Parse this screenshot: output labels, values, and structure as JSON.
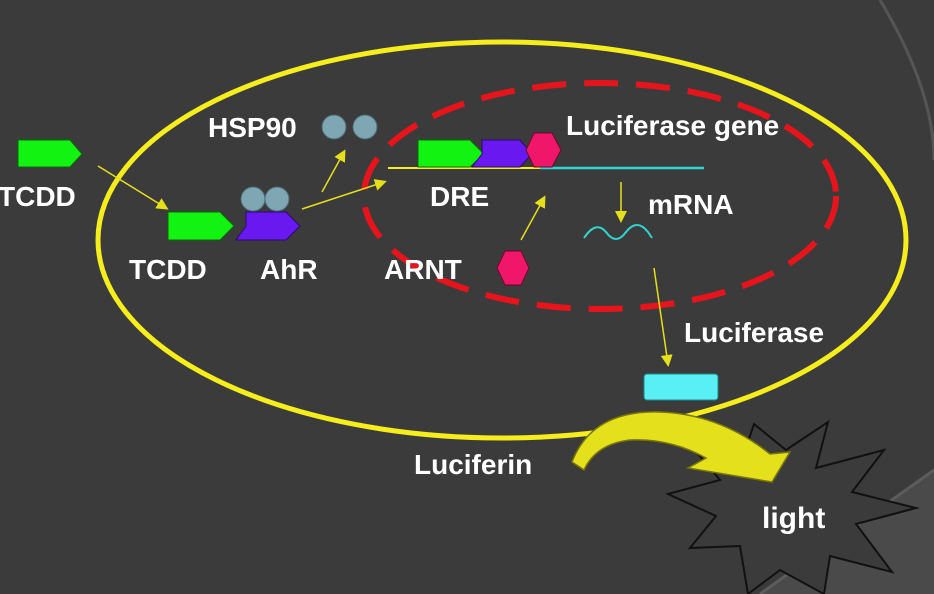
{
  "labels": {
    "tcdd_outside": "TCDD",
    "tcdd_inside": "TCDD",
    "ahr": "AhR",
    "hsp90": "HSP90",
    "dre": "DRE",
    "arnt": "ARNT",
    "luciferase_gene": "Luciferase gene",
    "mrna": "mRNA",
    "luciferase": "Luciferase",
    "luciferin": "Luciferin",
    "light": "light"
  },
  "colors": {
    "background": "#3b3b3b",
    "cell_membrane": "#f5ee1c",
    "nucleus_membrane": "#e8141c",
    "tcdd": "#12f312",
    "ahr": "#6a18f0",
    "arnt": "#f0166a",
    "hsp90": "#7fa6b3",
    "dna": "#2fd4d0",
    "luciferase_enzyme": "#58f0f4",
    "arrow": "#e6e01a",
    "luciferin_arrow": "#e4e01c",
    "text": "#ffffff"
  }
}
